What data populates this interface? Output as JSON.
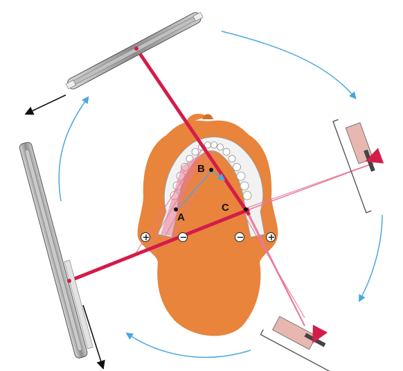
{
  "labels": {
    "point_a": "A",
    "point_b": "B",
    "point_c": "C"
  },
  "signs": {
    "left_plus": "+",
    "left_minus": "−",
    "right_minus": "−",
    "right_plus": "+"
  },
  "colors": {
    "head": "#e8843c",
    "head_dark": "#d2702a",
    "beam": "#d31c4a",
    "beam_light": "#e87a96",
    "rotation_arrow": "#4aa6e0",
    "tube_fill": "#e8b7b0",
    "film": "#9a9a9a",
    "bone": "#f2f2f2"
  },
  "icons": {
    "rotation": "curved-arrow-icon",
    "x-ray-source": "x-ray-tube-icon",
    "detector": "film-cassette-icon"
  }
}
